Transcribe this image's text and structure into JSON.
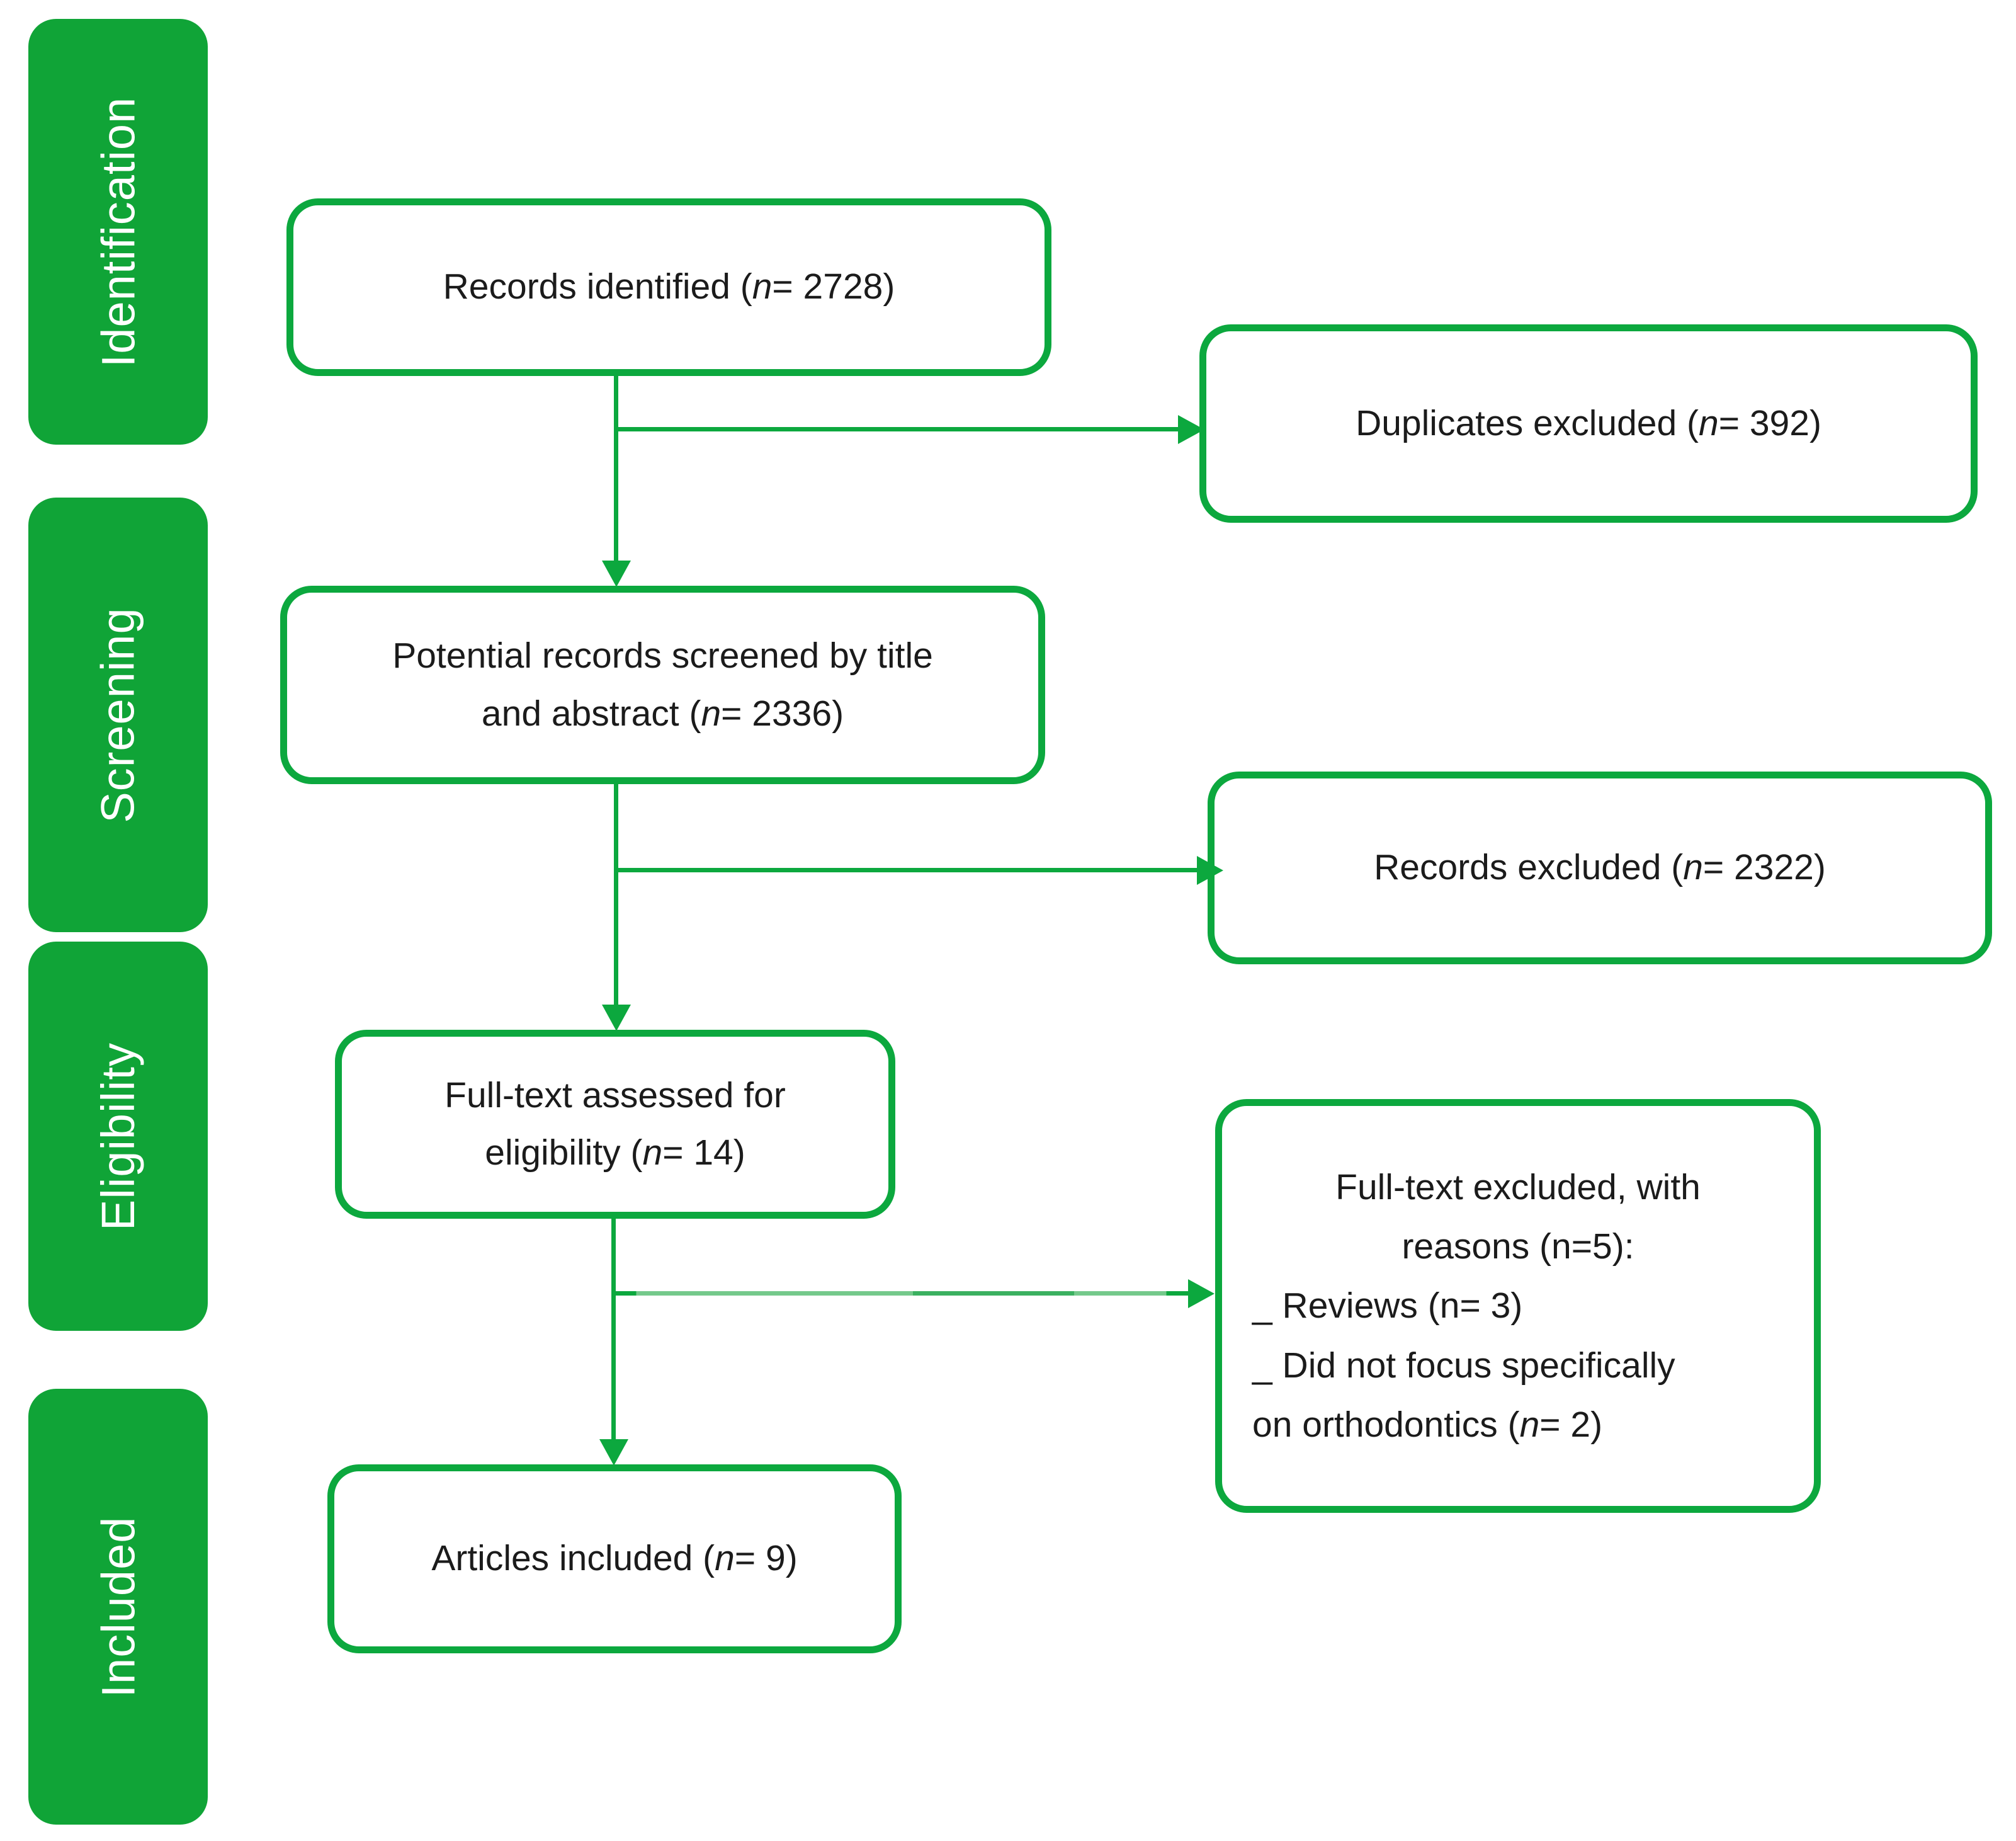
{
  "colors": {
    "sidebar_green": "#10A437",
    "line_green": "#0CA83E",
    "text": "#1b1b1b",
    "background": "#FFFFFF"
  },
  "sidebar": {
    "stages": [
      {
        "label": "Identification"
      },
      {
        "label": "Screening"
      },
      {
        "label": "Eligibility"
      },
      {
        "label": "Included"
      }
    ]
  },
  "boxes": {
    "records_identified": {
      "pre": "Records identified (",
      "n": "n",
      "post": "= 2728)"
    },
    "duplicates_excluded": {
      "pre": "Duplicates excluded (",
      "n": "n",
      "post": "= 392)"
    },
    "records_screened": {
      "line1": "Potential records screened by title",
      "line2_pre": "and abstract (",
      "n": "n",
      "line2_post": "= 2336)"
    },
    "records_excluded": {
      "pre": "Records excluded (",
      "n": "n",
      "post": "= 2322)"
    },
    "fulltext_assessed": {
      "line1": "Full-text assessed for",
      "line2_pre": "eligibility (",
      "n": "n",
      "line2_post": "= 14)"
    },
    "fulltext_excluded": {
      "line1": "Full-text excluded, with",
      "line2": "reasons (n=5):",
      "line3": "_ Reviews (n= 3)",
      "line4": "_ Did not focus specifically",
      "line5_pre": "on orthodontics (",
      "n": "n",
      "line5_post": "= 2)"
    },
    "articles_included": {
      "pre": "Articles included (",
      "n": "n",
      "post": "= 9)"
    }
  }
}
